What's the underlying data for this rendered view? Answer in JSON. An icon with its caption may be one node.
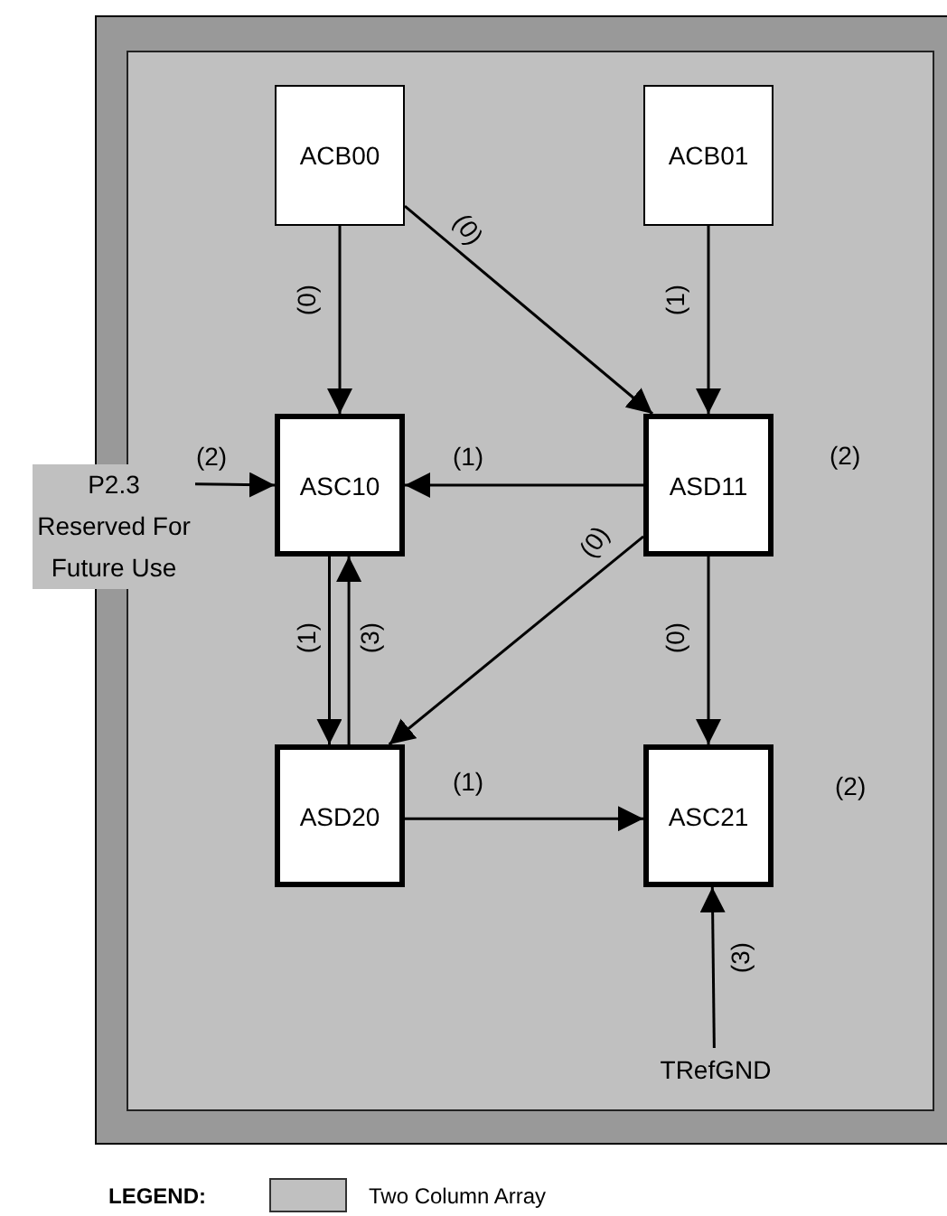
{
  "diagram": {
    "nodes": [
      {
        "text": [
          "ACB00"
        ]
      },
      {
        "text": [
          "ACB01"
        ]
      },
      {
        "text": [
          "ASC10"
        ]
      },
      {
        "text": [
          "ASD11"
        ],
        "beside": [
          "(2)"
        ]
      },
      {
        "text": [
          "ASD20"
        ]
      },
      {
        "text": [
          "ASC21"
        ],
        "beside": [
          "(2)"
        ]
      },
      {
        "text": [
          "P2.3 Reserved For Future Use"
        ]
      },
      {
        "text": [
          "TRefGND"
        ]
      }
    ],
    "edges": [
      {
        "from": 0,
        "to": 2,
        "arrow": "to",
        "label": "(0)"
      },
      {
        "from": 0,
        "to": 3,
        "arrow": "to",
        "label": "(0)"
      },
      {
        "from": 1,
        "to": 3,
        "arrow": "to",
        "label": "(1)"
      },
      {
        "from": 3,
        "to": 2,
        "arrow": "to",
        "label": "(1)"
      },
      {
        "from": 6,
        "to": 2,
        "arrow": "to",
        "label": "(2)"
      },
      {
        "from": 3,
        "to": 4,
        "arrow": "to",
        "label": "(0)"
      },
      {
        "from": 2,
        "to": 4,
        "arrow": "to",
        "label": "(1)"
      },
      {
        "from": 4,
        "to": 2,
        "arrow": "to",
        "label": "(3)"
      },
      {
        "from": 3,
        "to": 5,
        "arrow": "to",
        "label": "(0)"
      },
      {
        "from": 4,
        "to": 5,
        "arrow": "to",
        "label": "(1)"
      },
      {
        "from": 7,
        "to": 5,
        "arrow": "to",
        "label": "(3)"
      }
    ],
    "labels": [
      "LEGEND:"
    ],
    "legend": [
      {
        "text": "Two Column Array",
        "color": "#c0c0c0"
      }
    ]
  }
}
